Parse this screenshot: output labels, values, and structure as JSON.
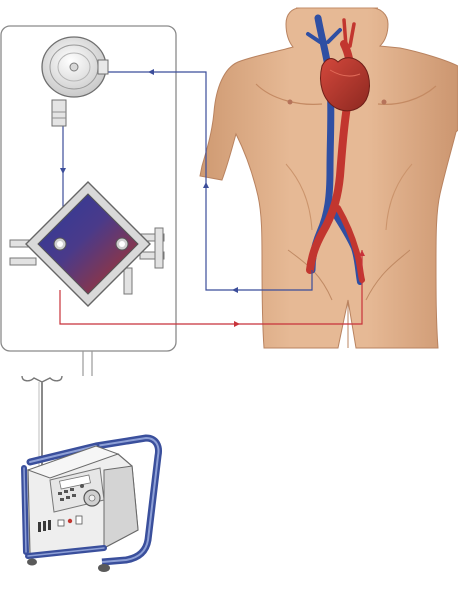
{
  "diagram": {
    "components": [
      {
        "name": "centrifugal-pump",
        "kind": "pump"
      },
      {
        "name": "oxygenator",
        "kind": "membrane oxygenator"
      },
      {
        "name": "ecmo-console",
        "kind": "console on cart"
      },
      {
        "name": "patient-torso",
        "kind": "anatomy"
      }
    ],
    "circuits": {
      "venous": {
        "color": "#3b4d9a"
      },
      "arterial": {
        "color": "#c8323a"
      }
    },
    "colors": {
      "skin": "#e2b48f",
      "skin_shade": "#c98e66",
      "vein": "#2f4fa3",
      "artery": "#c2362f",
      "frame": "#7f7f7f",
      "console_blue": "#3a4f9c"
    }
  }
}
